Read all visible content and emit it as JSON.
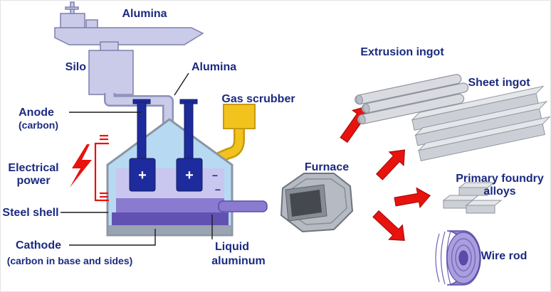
{
  "diagram": {
    "supply": {
      "ship_label": "Alumina",
      "silo_label": "Silo",
      "pipe_label": "Alumina"
    },
    "cell": {
      "gas_scrubber": "Gas scrubber",
      "anode_line1": "Anode",
      "anode_line2": "(carbon)",
      "electrical_line1": "Electrical",
      "electrical_line2": "power",
      "steel_shell": "Steel shell",
      "cathode_line1": "Cathode",
      "cathode_line2": "(carbon in base and sides)",
      "liquid_line1": "Liquid",
      "liquid_line2": "aluminum",
      "anode_plus": "+",
      "cathode_minus": "−"
    },
    "furnace_label": "Furnace",
    "products": {
      "extrusion": "Extrusion ingot",
      "sheet": "Sheet ingot",
      "foundry_line1": "Primary foundry",
      "foundry_line2": "alloys",
      "wire_rod": "Wire rod"
    }
  },
  "colors": {
    "label_text": "#1b2a80",
    "arrow_red": "#e8120e",
    "hopper_lavender": "#c9cbe8",
    "cell_blue": "#b7d9f2",
    "anode_blue": "#1e2b9d",
    "electrolyte_lavender": "#c9c6ef",
    "aluminum_purple": "#8a7ad0",
    "cathode_purple": "#6152b2",
    "shell_gray": "#9aa3b2",
    "scrubber_yellow": "#f2c31d",
    "furnace_gray": "#b6bac2",
    "ingot_gray": "#d9dbe0",
    "wire_rod_purple": "#8f80d2"
  }
}
